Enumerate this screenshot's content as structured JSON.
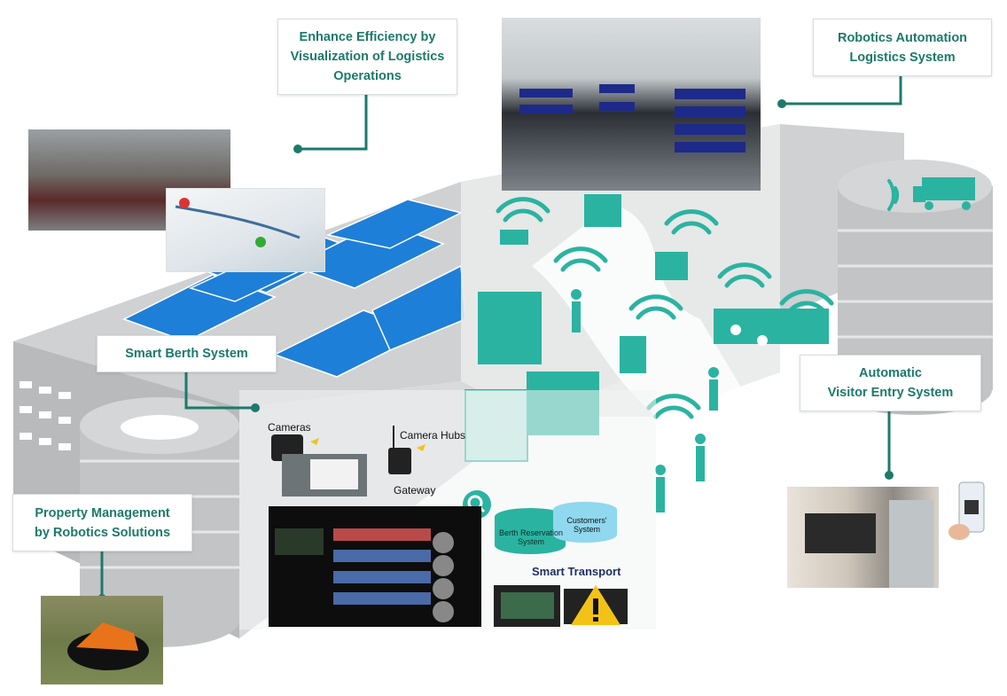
{
  "callouts": {
    "visualization": "Enhance Efficiency by\nVisualization of Logistics\nOperations",
    "robotics": "Robotics Automation\nLogistics System",
    "berth": "Smart Berth System",
    "visitor": "Automatic\nVisitor Entry System",
    "property": "Property Management\nby Robotics Solutions"
  },
  "berth_labels": {
    "cameras": "Cameras",
    "camera_hubs": "Camera Hubs",
    "gateway": "Gateway",
    "berth_reservation": "Berth Reservation\nSystem",
    "customers_system": "Customers'\nSystem",
    "brand": "Smart Transport"
  },
  "colors": {
    "accent": "#1c7a6a",
    "teal": "#2bb3a1",
    "solar": "#1e7fd8",
    "building": "#c9cbcd"
  }
}
